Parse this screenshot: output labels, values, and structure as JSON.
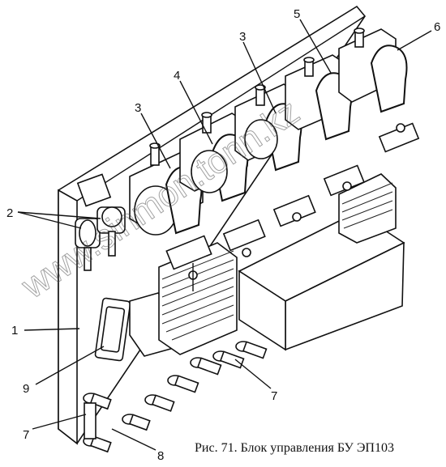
{
  "caption": "Рис. 71. Блок управления БУ ЭП103",
  "watermark": "www.sinmon.tonn.kz",
  "callouts": [
    {
      "id": "c1",
      "text": "1"
    },
    {
      "id": "c2",
      "text": "2"
    },
    {
      "id": "c3a",
      "text": "3"
    },
    {
      "id": "c3b",
      "text": "3"
    },
    {
      "id": "c4",
      "text": "4"
    },
    {
      "id": "c5",
      "text": "5"
    },
    {
      "id": "c6",
      "text": "6"
    },
    {
      "id": "c7a",
      "text": "7"
    },
    {
      "id": "c7b",
      "text": "7"
    },
    {
      "id": "c8",
      "text": "8"
    },
    {
      "id": "c9",
      "text": "9"
    }
  ]
}
